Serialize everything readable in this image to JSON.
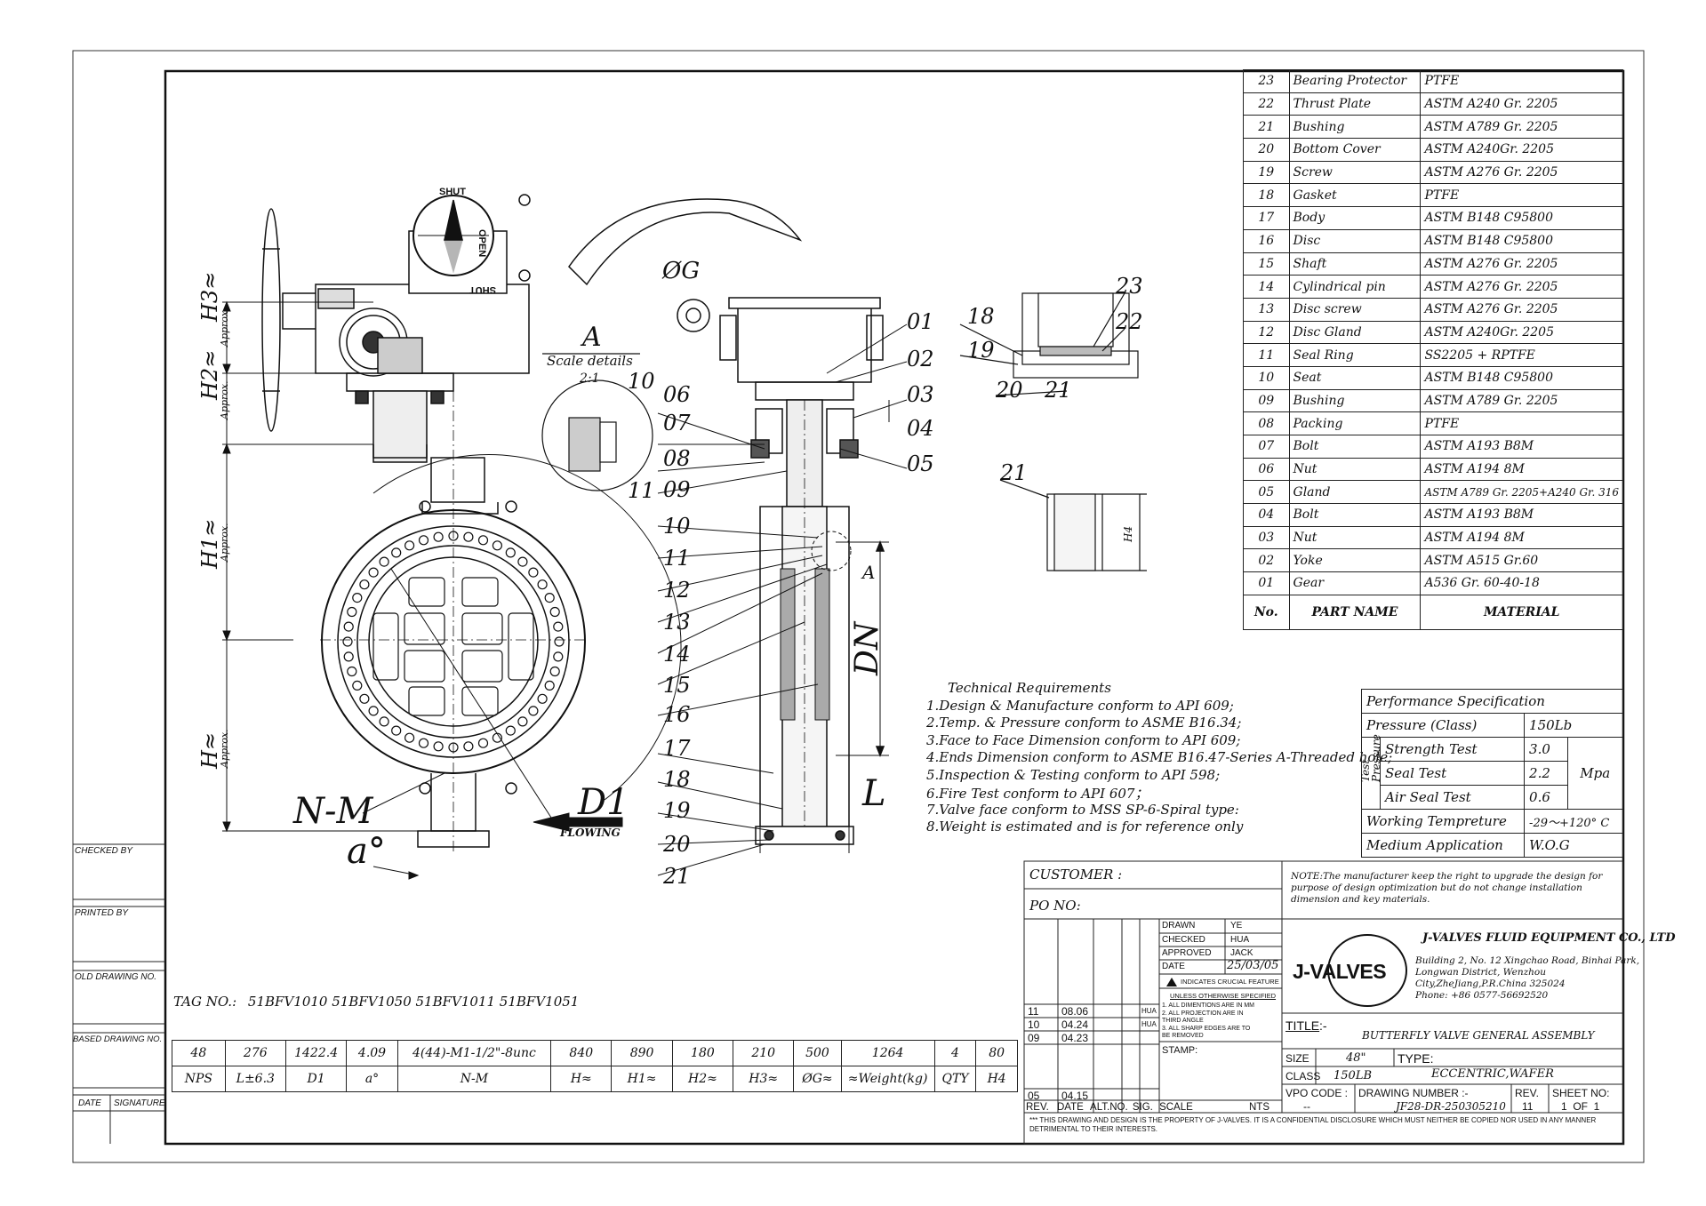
{
  "side_blocks": [
    "CHECKED BY",
    "PRINTED BY",
    "OLD DRAWING NO.",
    "BASED DRAWING NO.",
    "DATE",
    "SIGNATURE"
  ],
  "dimension_labels": {
    "h3": "H3≈",
    "h2": "H2≈",
    "h1": "H1≈",
    "h": "H≈",
    "approx": "Approx.",
    "nm": "N-M",
    "alpha": "a°",
    "d1": "D1",
    "flowing": "FLOWING",
    "dn": "DN",
    "l": "L",
    "og": "ØG",
    "h4": "H4",
    "a_detail": "A",
    "scale_details": "Scale details",
    "scale_ratio": "2:1",
    "a_mark": "A"
  },
  "handwheel_indicator": {
    "shut_top": "SHUT",
    "open": "OPEN",
    "shut_bottom": "SHUT"
  },
  "part_callouts": [
    "01",
    "02",
    "03",
    "04",
    "05",
    "06",
    "07",
    "08",
    "09",
    "10",
    "11",
    "12",
    "13",
    "14",
    "15",
    "16",
    "17",
    "18",
    "19",
    "20",
    "21",
    "22",
    "23"
  ],
  "bom": {
    "rows": [
      {
        "no": "23",
        "part": "Bearing Protector",
        "material": "PTFE"
      },
      {
        "no": "22",
        "part": "Thrust Plate",
        "material": "ASTM A240 Gr. 2205"
      },
      {
        "no": "21",
        "part": "Bushing",
        "material": "ASTM A789 Gr. 2205"
      },
      {
        "no": "20",
        "part": "Bottom Cover",
        "material": "ASTM A240Gr. 2205"
      },
      {
        "no": "19",
        "part": "Screw",
        "material": "ASTM A276 Gr. 2205"
      },
      {
        "no": "18",
        "part": "Gasket",
        "material": "PTFE"
      },
      {
        "no": "17",
        "part": "Body",
        "material": "ASTM B148 C95800"
      },
      {
        "no": "16",
        "part": "Disc",
        "material": "ASTM B148 C95800"
      },
      {
        "no": "15",
        "part": "Shaft",
        "material": "ASTM A276 Gr. 2205"
      },
      {
        "no": "14",
        "part": "Cylindrical pin",
        "material": "ASTM A276 Gr. 2205"
      },
      {
        "no": "13",
        "part": "Disc screw",
        "material": "ASTM A276 Gr. 2205"
      },
      {
        "no": "12",
        "part": "Disc Gland",
        "material": "ASTM A240Gr. 2205"
      },
      {
        "no": "11",
        "part": "Seal Ring",
        "material": "SS2205 + RPTFE"
      },
      {
        "no": "10",
        "part": "Seat",
        "material": "ASTM B148 C95800"
      },
      {
        "no": "09",
        "part": "Bushing",
        "material": "ASTM A789 Gr. 2205"
      },
      {
        "no": "08",
        "part": "Packing",
        "material": "PTFE"
      },
      {
        "no": "07",
        "part": "Bolt",
        "material": "ASTM A193 B8M"
      },
      {
        "no": "06",
        "part": "Nut",
        "material": "ASTM A194 8M"
      },
      {
        "no": "05",
        "part": "Gland",
        "material": "ASTM A789 Gr. 2205+A240 Gr. 316"
      },
      {
        "no": "04",
        "part": "Bolt",
        "material": "ASTM A193 B8M"
      },
      {
        "no": "03",
        "part": "Nut",
        "material": "ASTM A194 8M"
      },
      {
        "no": "02",
        "part": "Yoke",
        "material": "ASTM A515 Gr.60"
      },
      {
        "no": "01",
        "part": "Gear",
        "material": "A536 Gr. 60-40-18"
      }
    ],
    "header": {
      "no": "No.",
      "part": "PART NAME",
      "material": "MATERIAL"
    }
  },
  "technical_requirements": {
    "title": "Technical Requirements",
    "items": [
      "1.Design & Manufacture conform to API 609;",
      "2.Temp. & Pressure conform to ASME B16.34;",
      "3.Face to Face Dimension conform to API 609;",
      "4.Ends Dimension conform to ASME B16.47-Series A-Threaded hole;",
      "5.Inspection & Testing conform to API 598;",
      "6.Fire Test conform to API 607；",
      "7.Valve face  conform to MSS SP-6-Spiral type:",
      "8.Weight is estimated and is for reference only"
    ]
  },
  "performance": {
    "title": "Performance Specification",
    "pressure_label": "Pressure (Class)",
    "pressure_value": "150Lb",
    "test_pressure_label": "Test Pressure",
    "strength_label": "Strength Test",
    "strength_value": "3.0",
    "seal_label": "Seal Test",
    "seal_value": "2.2",
    "air_label": "Air Seal Test",
    "air_value": "0.6",
    "unit": "Mpa",
    "temp_label": "Working Tempreture",
    "temp_value": "-29～+120° C",
    "medium_label": "Medium Application",
    "medium_value": "W.O.G"
  },
  "tag": {
    "label": "TAG NO.:",
    "value": "51BFV1010 51BFV1050 51BFV1011 51BFV1051"
  },
  "dimension_table": {
    "values": [
      "48",
      "276",
      "1422.4",
      "4.09",
      "4(44)-M1-1/2\"-8unc",
      "840",
      "890",
      "180",
      "210",
      "500",
      "1264",
      "4",
      "80"
    ],
    "headers": [
      "NPS",
      "L±6.3",
      "D1",
      "a°",
      "N-M",
      "H≈",
      "H1≈",
      "H2≈",
      "H3≈",
      "ØG≈",
      "≈Weight(kg)",
      "QTY",
      "H4"
    ]
  },
  "title_block": {
    "customer": "CUSTOMER :",
    "po_no": "PO NO:",
    "note": "NOTE:The manufacturer keep the right to upgrade the design for purpose of design optimization but do not change installation dimension and key materials.",
    "drawn_label": "DRAWN",
    "drawn": "YE",
    "checked_label": "CHECKED",
    "checked": "HUA",
    "approved_label": "APPROVED",
    "approved": "JACK",
    "date_label": "DATE",
    "date": "25/03/05",
    "crucial": "INDICATES CRUCIAL FEATURE",
    "unless": "UNLESS OTHERWISE SPECIFIED",
    "spec_notes": [
      "1. ALL DIMENTIONS ARE IN MM",
      "2. ALL PROJECTION ARE IN",
      "    THIRD ANGLE",
      "3. ALL SHARP EDGES ARE TO",
      "    BE REMOVED"
    ],
    "revisions": [
      {
        "rev": "11",
        "date": "08.06",
        "sig": "HUA"
      },
      {
        "rev": "10",
        "date": "04.24",
        "sig": "HUA"
      },
      {
        "rev": "09",
        "date": "04.23",
        "sig": ""
      },
      {
        "rev": "05",
        "date": "04.15",
        "sig": ""
      }
    ],
    "stamp": "STAMP:",
    "rev_hdr": [
      "REV.",
      "DATE",
      "ALT.NO.",
      "SIG.",
      "SCALE",
      "NTS"
    ],
    "company": "J-VALVES FLUID EQUIPMENT CO., LTD",
    "logo": "J-VALVES",
    "address": [
      "Building 2, No. 12 Xingchao Road, Binhai Park,",
      "Longwan District, Wenzhou",
      "City,ZheJiang,P.R.China 325024",
      "Phone: +86 0577-56692520"
    ],
    "title_label": "TITLE",
    "title_sep": ":-",
    "title": "BUTTERFLY  VALVE GENERAL ASSEMBLY",
    "size_label": "SIZE",
    "size": "48\"",
    "type_label": "TYPE:",
    "type": "ECCENTRIC,WAFER",
    "class_label": "CLASS",
    "class": "150LB",
    "vpo_label": "VPO CODE :",
    "vpo": "--",
    "drawing_no_label": "DRAWING NUMBER :-",
    "drawing_no": "JF28-DR-250305210",
    "rev_label": "REV.",
    "rev": "11",
    "sheet_label": "SHEET NO:",
    "sheet": "1  OF  1",
    "disclaimer": "*** THIS DRAWING AND DESIGN IS THE PROPERTY OF J-VALVES. IT IS A CONFIDENTIAL DISCLOSURE WHICH MUST NEITHER BE COPIED NOR USED IN ANY MANNER DETRIMENTAL TO THEIR INTERESTS."
  }
}
